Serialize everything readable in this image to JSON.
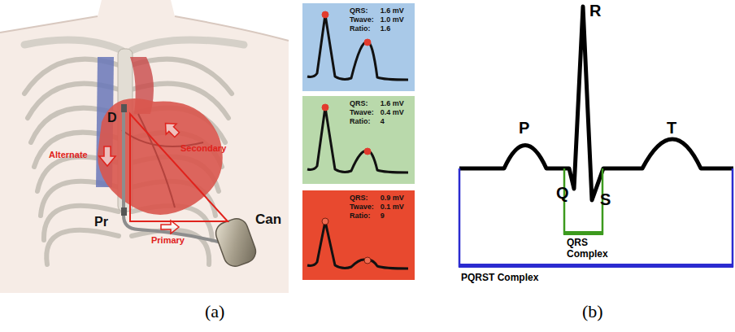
{
  "diagram": {
    "nodes": [
      {
        "text": [
          "QRS:",
          "1.6 mV",
          "Twave:",
          "1.0 mV",
          "Ratio:",
          "1.6"
        ]
      },
      {
        "text": [
          "QRS:",
          "1.6 mV",
          "Twave:",
          "0.4 mV",
          "Ratio:",
          "4"
        ]
      },
      {
        "text": [
          "QRS:",
          "0.9 mV",
          "Twave:",
          "0.1 mV",
          "Ratio:",
          "9"
        ]
      }
    ],
    "labels": [
      "D",
      "Pr",
      "Can",
      "Alternate",
      "Secondary",
      "Primary",
      "P",
      "R",
      "Q",
      "S",
      "T",
      "QRS Complex",
      "PQRST Complex",
      "(a)",
      "(b)"
    ]
  }
}
